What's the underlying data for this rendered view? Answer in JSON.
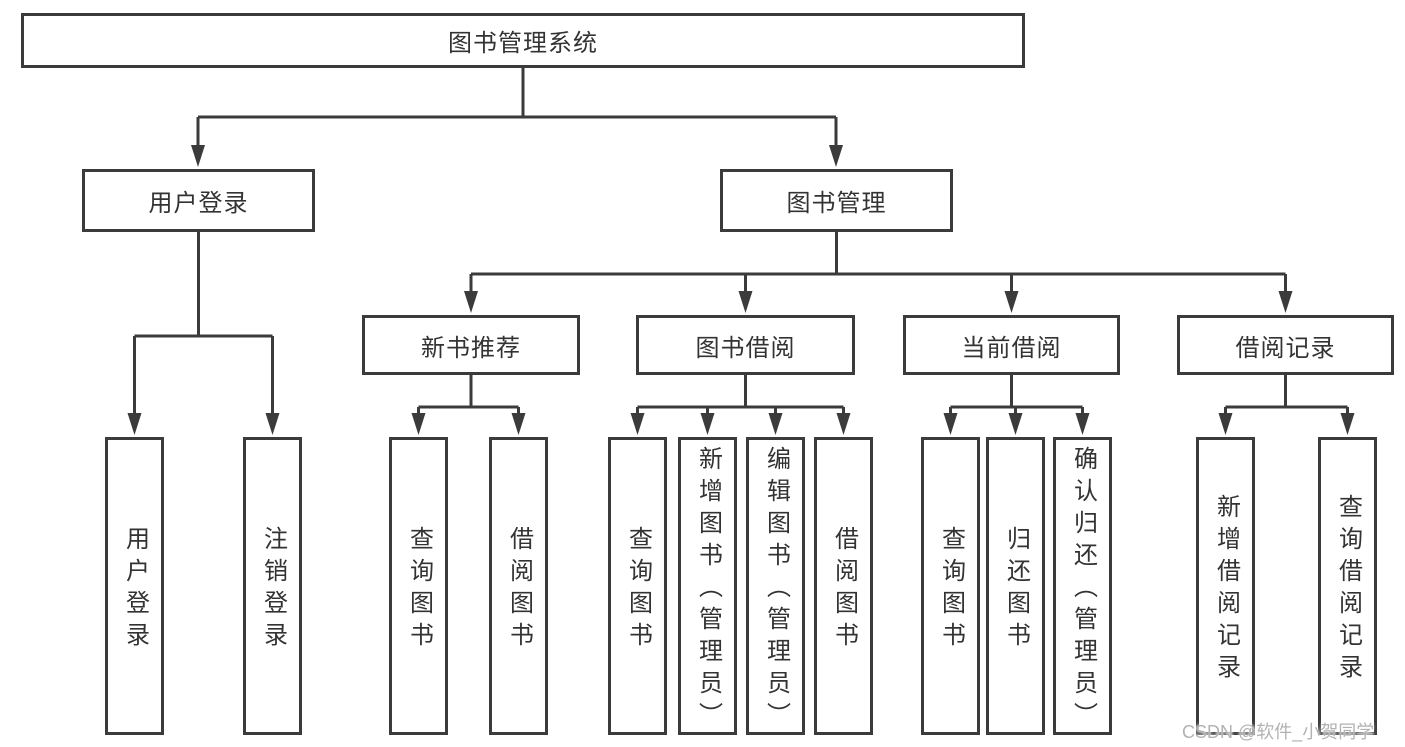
{
  "diagram": {
    "type": "tree",
    "root": {
      "label": "图书管理系统"
    },
    "branches": [
      {
        "label": "用户登录",
        "parent": "图书管理系统"
      },
      {
        "label": "图书管理",
        "parent": "图书管理系统"
      }
    ],
    "modules": [
      {
        "label": "新书推荐",
        "parent": "图书管理"
      },
      {
        "label": "图书借阅",
        "parent": "图书管理"
      },
      {
        "label": "当前借阅",
        "parent": "图书管理"
      },
      {
        "label": "借阅记录",
        "parent": "图书管理"
      }
    ],
    "leaves": [
      {
        "label": "用户登录",
        "parent": "用户登录"
      },
      {
        "label": "注销登录",
        "parent": "用户登录"
      },
      {
        "label": "查询图书",
        "parent": "新书推荐"
      },
      {
        "label": "借阅图书",
        "parent": "新书推荐"
      },
      {
        "label": "查询图书",
        "parent": "图书借阅"
      },
      {
        "label": "新增图书（管理员）",
        "parent": "图书借阅"
      },
      {
        "label": "编辑图书（管理员）",
        "parent": "图书借阅"
      },
      {
        "label": "借阅图书",
        "parent": "图书借阅"
      },
      {
        "label": "查询图书",
        "parent": "当前借阅"
      },
      {
        "label": "归还图书",
        "parent": "当前借阅"
      },
      {
        "label": "确认归还（管理员）",
        "parent": "当前借阅"
      },
      {
        "label": "新增借阅记录",
        "parent": "借阅记录"
      },
      {
        "label": "查询借阅记录",
        "parent": "借阅记录"
      }
    ]
  },
  "watermark": "CSDN @软件_小贺同学",
  "colors": {
    "line": "#3b3b3b",
    "box_border": "#3b3b3b",
    "text": "#333333",
    "watermark": "#b2b2b2",
    "background": "#ffffff"
  }
}
